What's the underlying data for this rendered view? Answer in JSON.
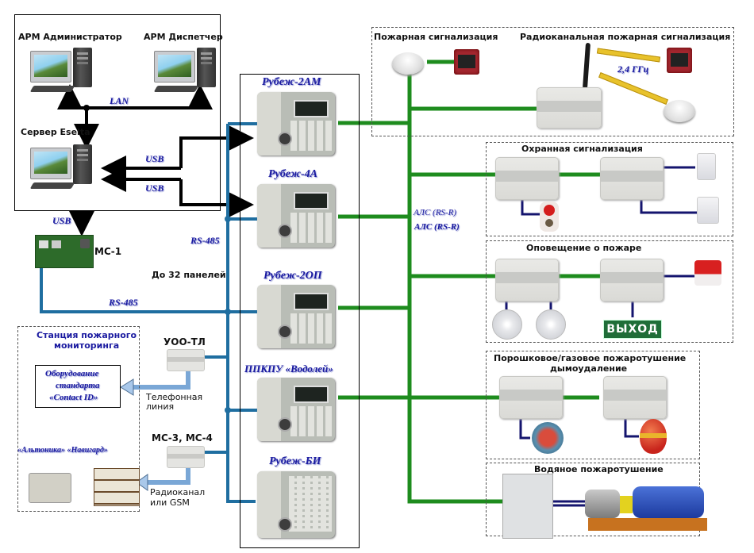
{
  "workstations": {
    "admin": "АРМ Администратор",
    "dispatcher": "АРМ Диспетчер",
    "server": "Сервер Eselta",
    "lan": "LAN",
    "usb1": "USB",
    "usb2": "USB",
    "usb3": "USB"
  },
  "mc1": {
    "label": "МС-1"
  },
  "rs485": {
    "label_top": "RS-485",
    "label_bottom": "RS-485",
    "panels_note": "До 32 панелей"
  },
  "panels": [
    {
      "name": "Рубеж-2АМ"
    },
    {
      "name": "Рубеж-4А"
    },
    {
      "name": "Рубеж-2ОП"
    },
    {
      "name": "ППКПУ «Водолей»"
    },
    {
      "name": "Рубеж-БИ"
    }
  ],
  "monitoring": {
    "station_title_line1": "Станция пожарного",
    "station_title_line2": "мониторинга",
    "contactid_line1": "Оборудование",
    "contactid_line2": "стандарта",
    "contactid_line3": "«Contact ID»",
    "brands": "«Альтоника» «Навигард»",
    "uoo": "УОО-ТЛ",
    "phone_line1": "Телефонная",
    "phone_line2": "линия",
    "mc34": "МС-3, МС-4",
    "radio_line1": "Радиоканал",
    "radio_line2": "или GSM"
  },
  "bus": {
    "als_1": "АЛС (RS-R)",
    "als_2": "АЛС (RS-R)"
  },
  "subsystems": {
    "fire_alarm": {
      "title": "Пожарная сигнализация"
    },
    "radio_fire": {
      "title": "Радиоканальная пожарная сигнализация",
      "freq": "2,4 ГГц"
    },
    "security": {
      "title": "Охранная сигнализация"
    },
    "notification": {
      "title": "Оповещение о пожаре",
      "exit_sign": "ВЫХОД"
    },
    "powder_gas": {
      "title_line1": "Порошковое/газовое пожаротушение",
      "title_line2": "дымоудаление"
    },
    "water": {
      "title": "Водяное пожаротушение"
    }
  },
  "colors": {
    "alarm_loop": "#1e8c1e",
    "rs485": "#1f6ea0",
    "usb_lan": "#000000",
    "device_wire": "#14146e",
    "label_blue": "#1a1aa0"
  }
}
